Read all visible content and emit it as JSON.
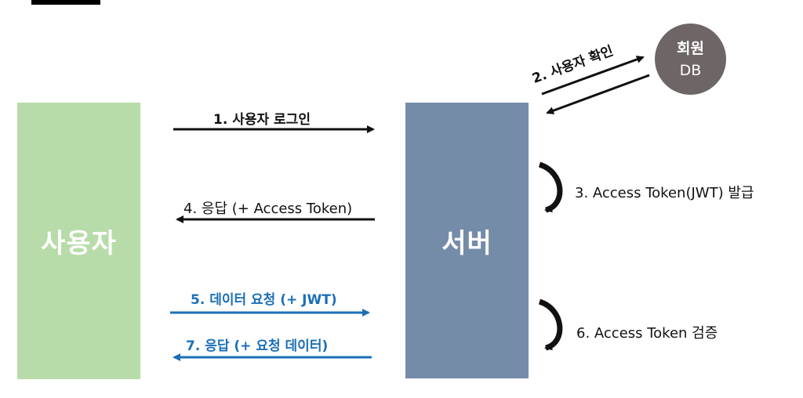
{
  "actors": {
    "user": "사용자",
    "server": "서버",
    "db_line1": "회원",
    "db_line2": "DB"
  },
  "steps": {
    "s1": "1. 사용자 로그인",
    "s2": "2. 사용자 확인",
    "s3": "3. Access Token(JWT) 발급",
    "s4": "4. 응답 (+ Access Token)",
    "s5": "5. 데이터 요청 (+ JWT)",
    "s6": "6. Access Token 검증",
    "s7": "7. 응답 (+ 요청 데이터)"
  },
  "colors": {
    "user_box": "#b7dca9",
    "server_box": "#758ca9",
    "db_circle": "#6e6566",
    "blue_flow": "#1b6fb8",
    "black_flow": "#111111"
  }
}
